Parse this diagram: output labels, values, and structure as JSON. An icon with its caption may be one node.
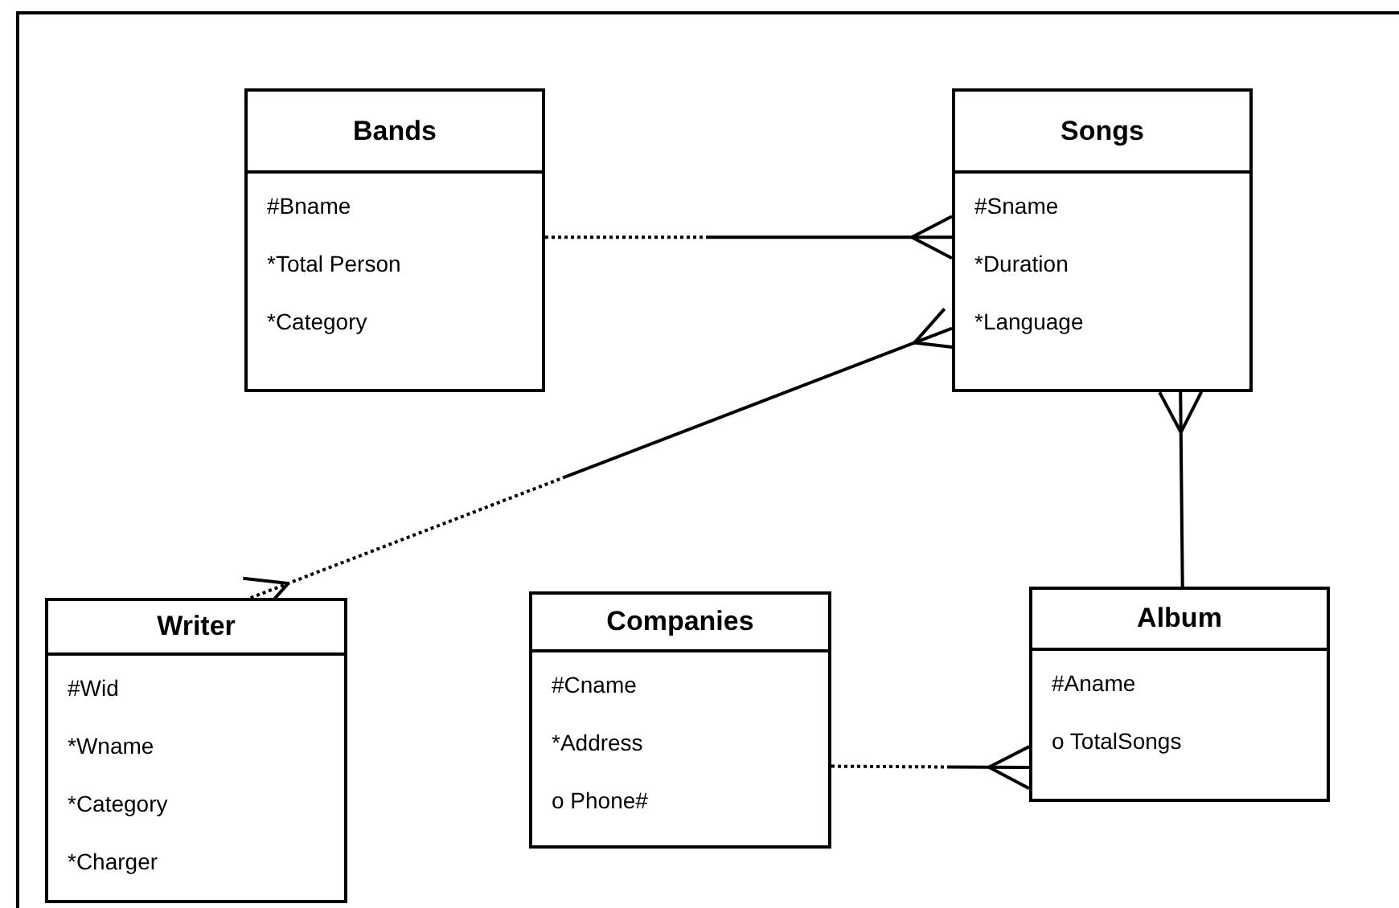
{
  "diagram": {
    "nodes": [
      {
        "text": [
          "Bands",
          "#Bname",
          "*Total Person",
          "*Category"
        ]
      },
      {
        "text": [
          "Songs",
          "#Sname",
          "*Duration",
          "*Language"
        ]
      },
      {
        "text": [
          "Writer",
          "#Wid",
          "*Wname",
          "*Category",
          "*Charger"
        ]
      },
      {
        "text": [
          "Companies",
          "#Cname",
          "*Address",
          "o Phone#"
        ]
      },
      {
        "text": [
          "Album",
          "#Aname",
          "o TotalSongs"
        ]
      }
    ],
    "edges": [
      {
        "from": 0,
        "to": 1,
        "arrow": "other",
        "style": "dashed"
      },
      {
        "from": 2,
        "to": 1,
        "arrow": "other",
        "style": "dashed"
      },
      {
        "from": 4,
        "to": 1,
        "arrow": "other"
      },
      {
        "from": 3,
        "to": 4,
        "arrow": "other",
        "style": "dashed"
      }
    ]
  }
}
